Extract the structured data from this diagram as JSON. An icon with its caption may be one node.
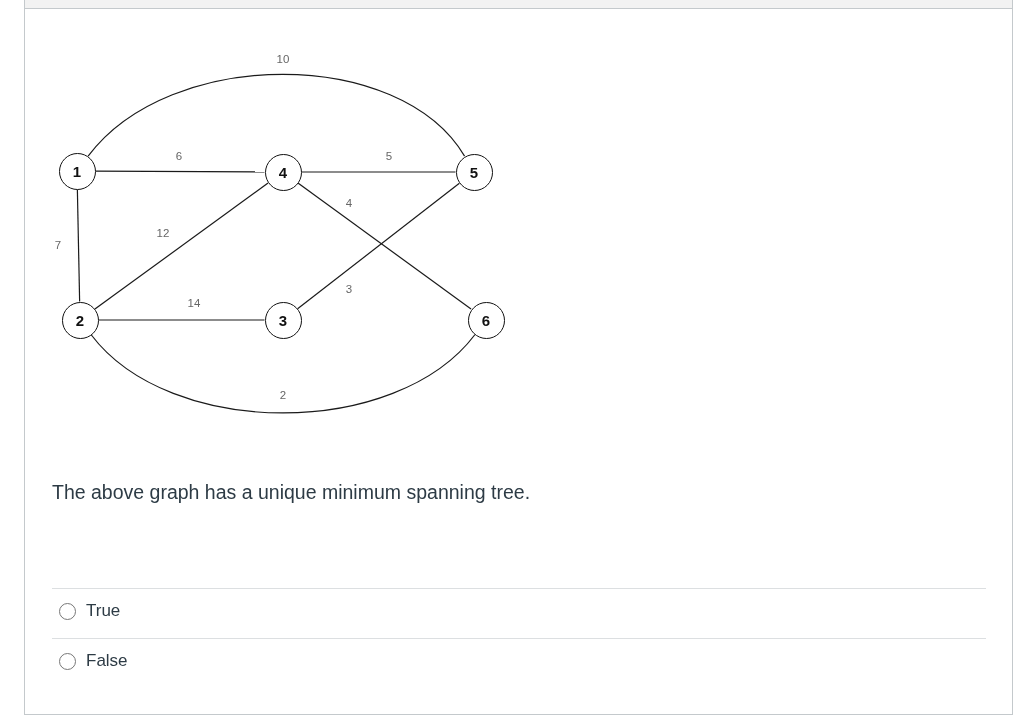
{
  "diagram": {
    "nodes": [
      {
        "text": [
          "1"
        ]
      },
      {
        "text": [
          "4"
        ]
      },
      {
        "text": [
          "5"
        ]
      },
      {
        "text": [
          "2"
        ]
      },
      {
        "text": [
          "3"
        ]
      },
      {
        "text": [
          "6"
        ]
      }
    ],
    "edges": [
      {
        "from": 0,
        "to": 2,
        "arrow": "none",
        "label": "10"
      },
      {
        "from": 0,
        "to": 1,
        "arrow": "none",
        "label": "6"
      },
      {
        "from": 1,
        "to": 2,
        "arrow": "none",
        "label": "5"
      },
      {
        "from": 1,
        "to": 5,
        "arrow": "none",
        "label": "4"
      },
      {
        "from": 3,
        "to": 1,
        "arrow": "none",
        "label": "12"
      },
      {
        "from": 0,
        "to": 3,
        "arrow": "none",
        "label": "7"
      },
      {
        "from": 3,
        "to": 4,
        "arrow": "none",
        "label": "14"
      },
      {
        "from": 4,
        "to": 2,
        "arrow": "none",
        "label": "3"
      },
      {
        "from": 3,
        "to": 5,
        "arrow": "none",
        "label": "2"
      }
    ],
    "labels": [
      "The above graph has a unique minimum spanning tree.",
      "True",
      "False"
    ]
  }
}
